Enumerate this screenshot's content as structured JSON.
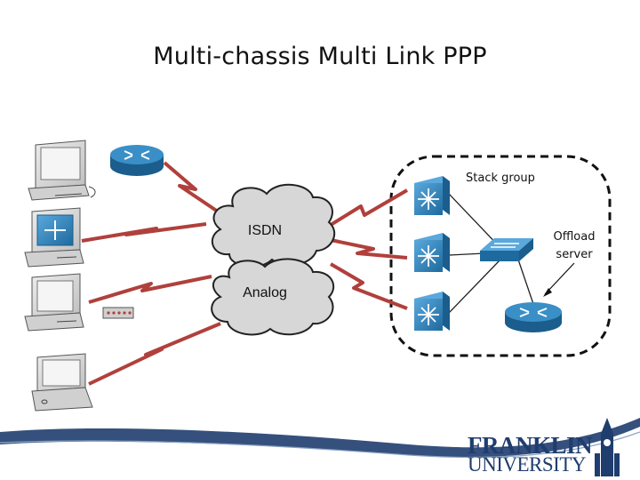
{
  "title": "Multi-chassis Multi Link PPP",
  "clouds": {
    "top": "ISDN",
    "bottom": "Analog"
  },
  "labels": {
    "stack_group": "Stack group",
    "offload_line1": "Offload",
    "offload_line2": "server"
  },
  "logo": {
    "line1": "FRANKLIN",
    "line2": "UNIVERSITY"
  },
  "colors": {
    "link_red": "#b0403c",
    "device_blue": "#2e7fb7",
    "device_dark": "#1b5d8c",
    "logo_blue": "#1f3d6e",
    "cloud_gray": "#d7d7d7"
  },
  "icons": [
    "desktop-pc-icon",
    "router-icon",
    "switch-icon",
    "layer3-switch-icon",
    "modem-icon",
    "laptop-icon",
    "cloud-icon",
    "franklin-logo-icon"
  ]
}
